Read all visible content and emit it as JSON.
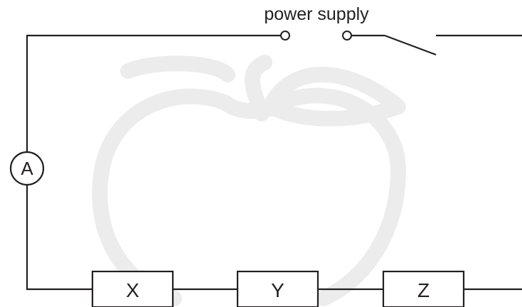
{
  "supply_label": "power supply",
  "ammeter_label": "A",
  "components": [
    {
      "label": "X"
    },
    {
      "label": "Y"
    },
    {
      "label": "Z"
    }
  ],
  "colors": {
    "line": "#231f20",
    "watermark": "#ececec",
    "background": "#ffffff"
  }
}
